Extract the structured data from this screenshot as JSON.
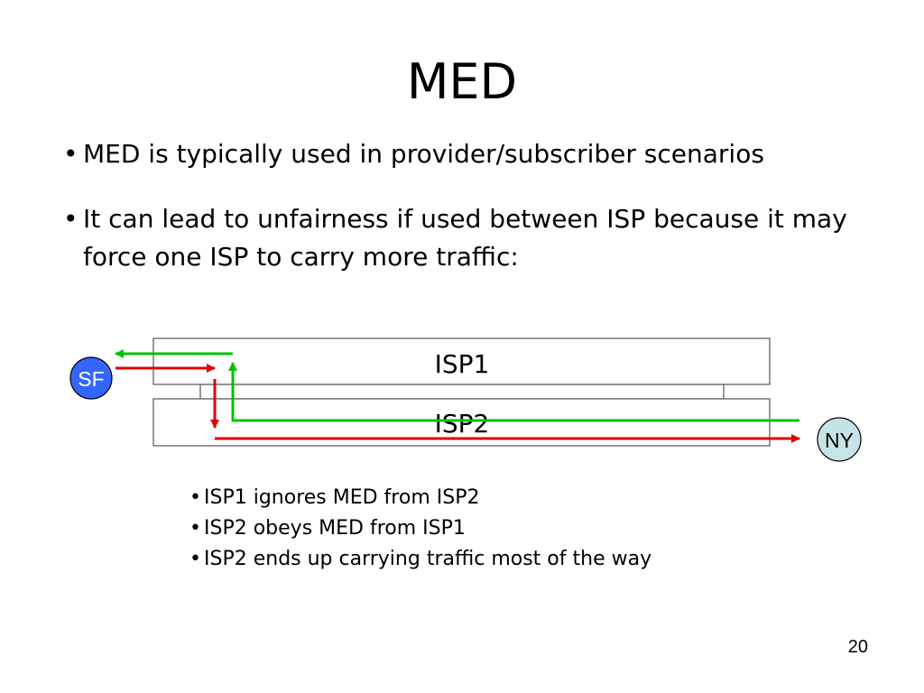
{
  "slide": {
    "title": "MED",
    "bullets": [
      "MED is typically used in provider/subscriber scenarios",
      "It can lead to unfairness if used between ISP because it may force one ISP to carry more traffic:"
    ],
    "page_number": "20"
  },
  "diagram": {
    "isp1_label": "ISP1",
    "isp2_label": "ISP2",
    "sf_label": "SF",
    "ny_label": "NY",
    "colors": {
      "sf_fill": "#3366ff",
      "ny_fill": "#c6e4e8",
      "red_path": "#e00000",
      "green_path": "#00c000"
    }
  },
  "notes": [
    "ISP1 ignores MED from ISP2",
    "ISP2 obeys MED from ISP1",
    "ISP2 ends up carrying traffic most of the way"
  ]
}
